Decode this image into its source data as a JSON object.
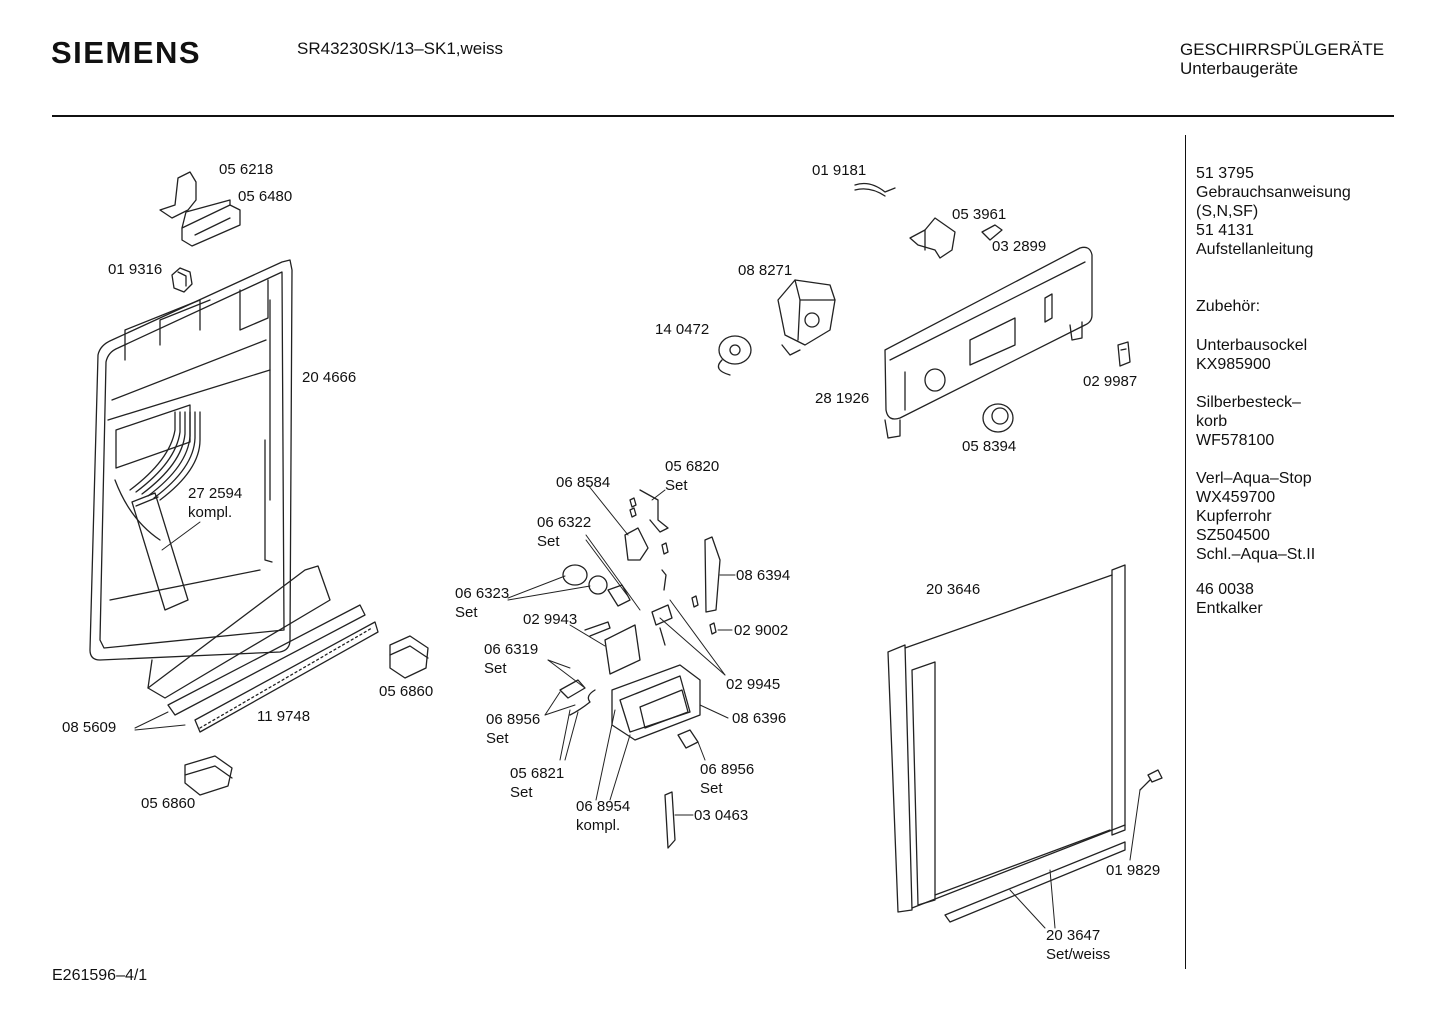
{
  "header": {
    "brand": "SIEMENS",
    "model": "SR43230SK/13–SK1,weiss",
    "category": "GESCHIRRSPÜLGERÄTE",
    "subcategory": "Unterbaugeräte"
  },
  "footer": {
    "drawing_code": "E261596–4/1"
  },
  "sidebar": [
    "51 3795",
    "Gebrauchsanweisung",
    "(S,N,SF)",
    "51 4131",
    "Aufstellanleitung",
    "Zubehör:",
    "Unterbausockel",
    "KX985900",
    "Silberbesteck–",
    "korb",
    "WF578100",
    "Verl–Aqua–Stop",
    "WX459700",
    "Kupferrohr",
    "SZ504500",
    "Schl.–Aqua–St.II",
    "46 0038",
    "Entkalker"
  ],
  "labels": [
    "05 6218",
    "05 6480",
    "01 9316",
    "20 4666",
    "27 2594",
    "kompl.",
    "08 5609",
    "11 9748",
    "05 6860",
    "05 6860",
    "01 9181",
    "05 3961",
    "03 2899",
    "08 8271",
    "14 0472",
    "28 1926",
    "02 9987",
    "05 8394",
    "05 6820",
    "Set",
    "06 8584",
    "06 6322",
    "Set",
    "08 6394",
    "06 6323",
    "Set",
    "02 9943",
    "02 9002",
    "06 6319",
    "Set",
    "02 9945",
    "06 8956",
    "Set",
    "08 6396",
    "06 8956",
    "Set",
    "05 6821",
    "Set",
    "06 8954",
    "kompl.",
    "03 0463",
    "20 3646",
    "01 9829",
    "20 3647",
    "Set/weiss"
  ]
}
